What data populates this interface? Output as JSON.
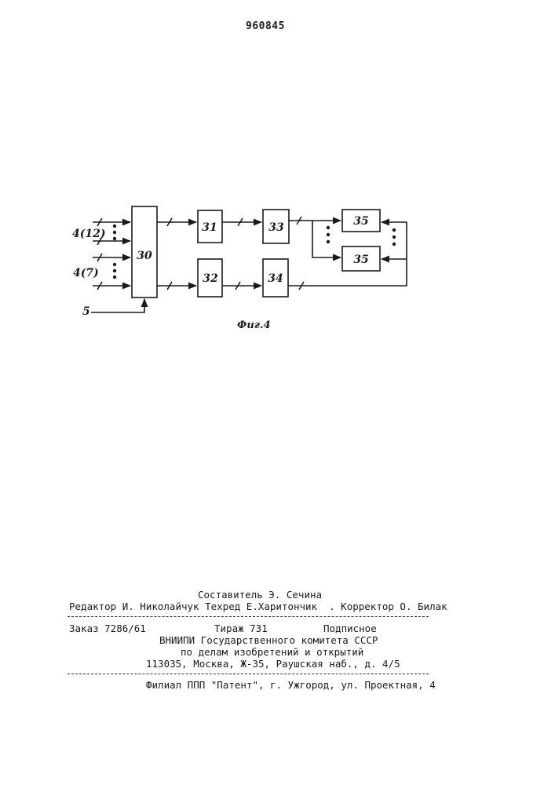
{
  "page": {
    "patent_number": "960845"
  },
  "figure": {
    "caption": "Фиг.4",
    "blocks": {
      "b30": "30",
      "b31": "31",
      "b32": "32",
      "b33": "33",
      "b34": "34",
      "b35a": "35",
      "b35b": "35"
    },
    "input_labels": {
      "in_top": "4(12)",
      "in_bottom": "4(7)",
      "in_control": "5"
    }
  },
  "imprint": {
    "compiler_line": "Составитель Э. Сечина",
    "editor_line": "Редактор И. Николайчук Техред Е.Харитончик  . Корректор О. Билак",
    "order": "Заказ 7286/61",
    "circulation": "Тираж 731",
    "subscription": "Подписное",
    "org_line1": "ВНИИПИ Государственного комитета СССР",
    "org_line2": "по делам изобретений и открытий",
    "address": "113035, Москва, Ж-35, Раушская наб., д. 4/5",
    "branch": "Филиал ППП \"Патент\", г. Ужгород, ул. Проектная, 4"
  }
}
